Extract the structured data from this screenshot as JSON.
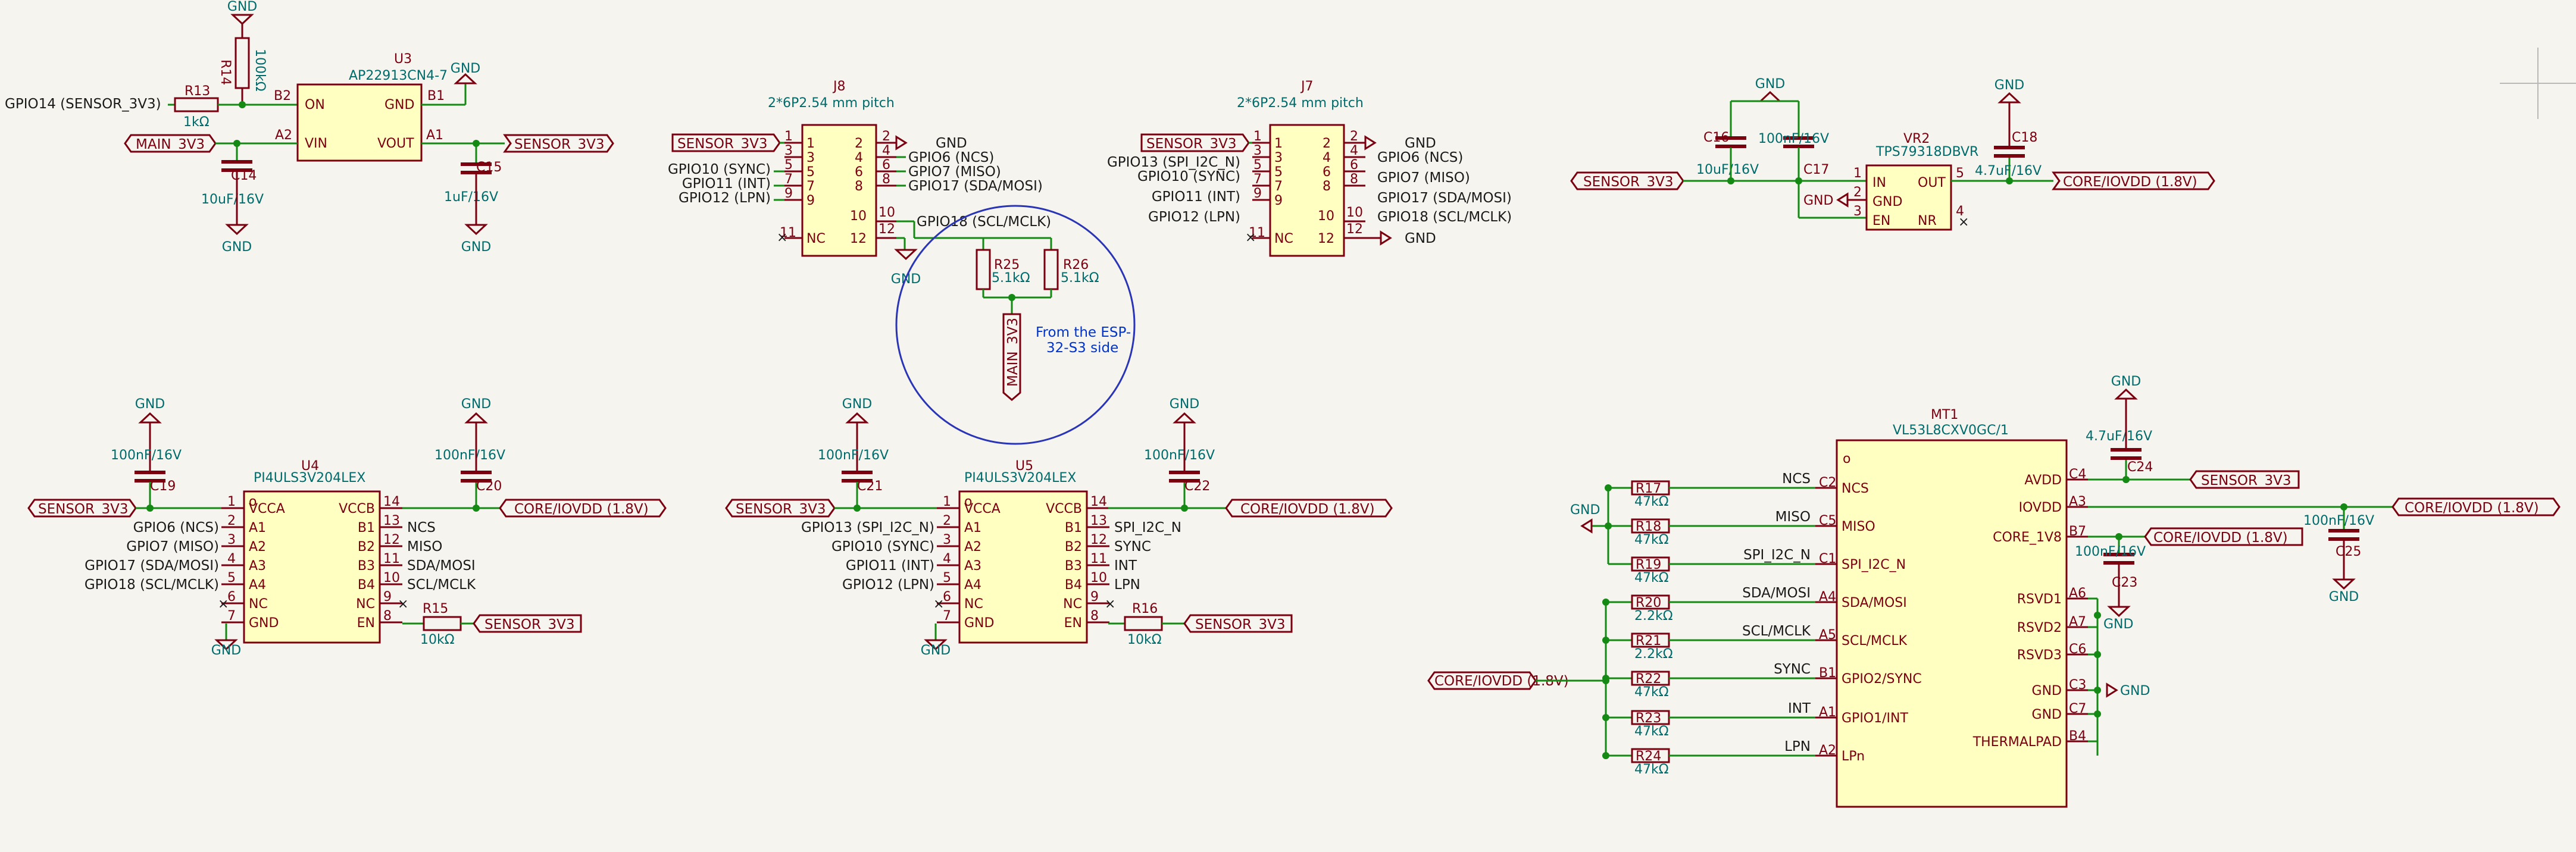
{
  "net": {
    "gnd": "GND",
    "sensor_3v3": "SENSOR_3V3",
    "main_3v3": "MAIN_3V3",
    "core_iovdd": "CORE/IOVDD (1.8V)",
    "gpio14": "GPIO14 (SENSOR_3V3)"
  },
  "u3": {
    "ref": "U3",
    "value": "AP22913CN4-7",
    "pins": [
      "ON",
      "VIN",
      "GND",
      "VOUT"
    ],
    "nums": [
      "B2",
      "A2",
      "B1",
      "A1"
    ]
  },
  "r13": {
    "ref": "R13",
    "value": "1kΩ"
  },
  "r14": {
    "ref": "R14",
    "value": "100kΩ"
  },
  "c14": {
    "ref": "C14",
    "value": "10uF/16V"
  },
  "c15": {
    "ref": "C15",
    "value": "1uF/16V"
  },
  "j8": {
    "ref": "J8",
    "value": "2*6P2.54 mm pitch",
    "left_nets": [
      "",
      "",
      "GPIO10 (SYNC)",
      "GPIO11 (INT)",
      "GPIO12 (LPN)",
      "NC"
    ],
    "right_nets": [
      "GND",
      "GPIO6 (NCS)",
      "GPIO7 (MISO)",
      "GPIO17 (SDA/MOSI)",
      "GPIO18 (SCL/MCLK)",
      "GND"
    ],
    "left_nums": [
      "1",
      "3",
      "5",
      "7",
      "9",
      "11"
    ],
    "right_nums": [
      "2",
      "4",
      "6",
      "8",
      "10",
      "12"
    ]
  },
  "j7": {
    "ref": "J7",
    "value": "2*6P2.54 mm pitch",
    "left_nets": [
      "",
      "GPIO13 (SPI_I2C_N)",
      "GPIO10 (SYNC)",
      "GPIO11 (INT)",
      "GPIO12 (LPN)",
      "NC"
    ],
    "right_nets": [
      "GND",
      "GPIO6 (NCS)",
      "GPIO7 (MISO)",
      "GPIO17 (SDA/MOSI)",
      "GPIO18 (SCL/MCLK)",
      "GND"
    ]
  },
  "r25": {
    "ref": "R25",
    "value": "5.1kΩ"
  },
  "r26": {
    "ref": "R26",
    "value": "5.1kΩ"
  },
  "note": {
    "line1": "From the ESP-",
    "line2": "32-S3 side"
  },
  "vr2": {
    "ref": "VR2",
    "value": "TPS79318DBVR",
    "pins": [
      "IN",
      "GND",
      "EN",
      "OUT",
      "NR"
    ],
    "nums": [
      "1",
      "2",
      "3",
      "5",
      "4"
    ]
  },
  "c16": {
    "ref": "C16",
    "value": "10uF/16V"
  },
  "c17": {
    "ref": "C17",
    "value": "100nF/16V"
  },
  "c18": {
    "ref": "C18",
    "value": "4.7uF/16V"
  },
  "u4": {
    "ref": "U4",
    "value": "PI4ULS3V204LEX",
    "left_pins": [
      "VCCA",
      "A1",
      "A2",
      "A3",
      "A4",
      "NC",
      "GND"
    ],
    "left_nums": [
      "1",
      "2",
      "3",
      "4",
      "5",
      "6",
      "7"
    ],
    "right_pins": [
      "VCCB",
      "B1",
      "B2",
      "B3",
      "B4",
      "NC",
      "EN"
    ],
    "right_nums": [
      "14",
      "13",
      "12",
      "11",
      "10",
      "9",
      "8"
    ],
    "left_nets": [
      "",
      "GPIO6 (NCS)",
      "GPIO7 (MISO)",
      "GPIO17 (SDA/MOSI)",
      "GPIO18 (SCL/MCLK)"
    ],
    "right_nets": [
      "",
      "NCS",
      "MISO",
      "SDA/MOSI",
      "SCL/MCLK"
    ]
  },
  "c19": {
    "ref": "C19",
    "value": "100nF/16V"
  },
  "c20": {
    "ref": "C20",
    "value": "100nF/16V"
  },
  "r15": {
    "ref": "R15",
    "value": "10kΩ"
  },
  "u5": {
    "ref": "U5",
    "value": "PI4ULS3V204LEX",
    "left_nets": [
      "",
      "GPIO13 (SPI_I2C_N)",
      "GPIO10 (SYNC)",
      "GPIO11 (INT)",
      "GPIO12 (LPN)"
    ],
    "right_nets": [
      "",
      "SPI_I2C_N",
      "SYNC",
      "INT",
      "LPN"
    ]
  },
  "c21": {
    "ref": "C21",
    "value": "100nF/16V"
  },
  "c22": {
    "ref": "C22",
    "value": "100nF/16V"
  },
  "r16": {
    "ref": "R16",
    "value": "10kΩ"
  },
  "mt1": {
    "ref": "MT1",
    "value": "VL53L8CXV0GC/1",
    "left_pins": [
      "NCS",
      "MISO",
      "SPI_I2C_N",
      "SDA/MOSI",
      "SCL/MCLK",
      "GPIO2/SYNC",
      "GPIO1/INT",
      "LPn"
    ],
    "left_nums": [
      "C2",
      "C5",
      "C1",
      "A4",
      "A5",
      "B1",
      "A1",
      "A2"
    ],
    "left_nets": [
      "NCS",
      "MISO",
      "SPI_I2C_N",
      "SDA/MOSI",
      "SCL/MCLK",
      "SYNC",
      "INT",
      "LPN"
    ],
    "right_pins": [
      "AVDD",
      "IOVDD",
      "CORE_1V8",
      "RSVD1",
      "RSVD2",
      "RSVD3",
      "GND",
      "GND",
      "THERMALPAD"
    ],
    "right_nums": [
      "C4",
      "A3",
      "B7",
      "A6",
      "A7",
      "C6",
      "C3",
      "C7",
      "B4"
    ]
  },
  "res_col": [
    {
      "ref": "R17",
      "value": "47kΩ"
    },
    {
      "ref": "R18",
      "value": "47kΩ"
    },
    {
      "ref": "R19",
      "value": "47kΩ"
    },
    {
      "ref": "R20",
      "value": "2.2kΩ"
    },
    {
      "ref": "R21",
      "value": "2.2kΩ"
    },
    {
      "ref": "R22",
      "value": "47kΩ"
    },
    {
      "ref": "R23",
      "value": "47kΩ"
    },
    {
      "ref": "R24",
      "value": "47kΩ"
    }
  ],
  "c23": {
    "ref": "C23",
    "value": "100nF/16V"
  },
  "c24": {
    "ref": "C24",
    "value": "4.7uF/16V"
  },
  "c25": {
    "ref": "C25",
    "value": "100nF/16V"
  }
}
